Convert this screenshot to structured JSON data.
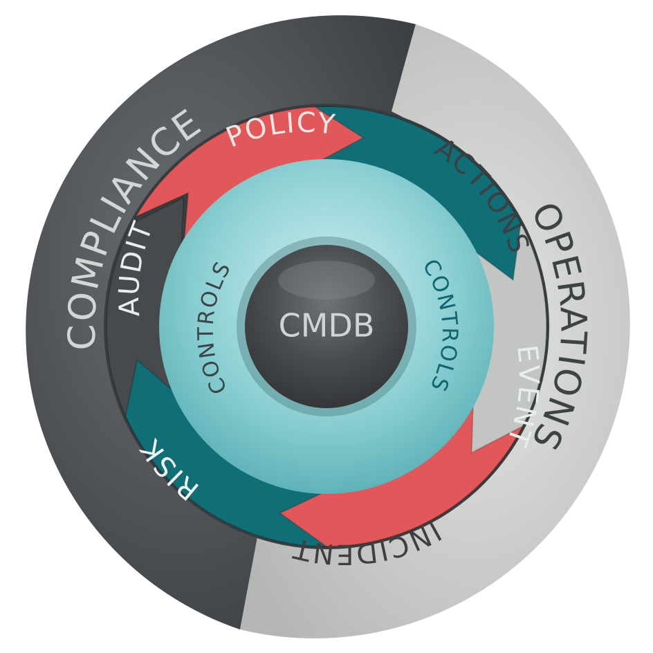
{
  "outer_ring": {
    "compliance": {
      "label": "COMPLIANCE",
      "color": "#4a4d50",
      "text_color": "#d4d6d6"
    },
    "operations": {
      "label": "OPERATIONS",
      "color": "#c6c8c6",
      "text_color": "#3f4245"
    }
  },
  "cycle": [
    {
      "key": "policy",
      "label": "POLICY",
      "color": "#474a4d",
      "text_color": "#e6e8e8"
    },
    {
      "key": "actions",
      "label": "ACTIONS",
      "color": "#e2575a",
      "text_color": "#3d3f42"
    },
    {
      "key": "event",
      "label": "EVENT",
      "color": "#0f6e76",
      "text_color": "#e6eeee"
    },
    {
      "key": "incident",
      "label": "INCIDENT",
      "color": "#c3c5c3",
      "text_color": "#3d3f42"
    },
    {
      "key": "risk",
      "label": "RISK",
      "color": "#e2575a",
      "text_color": "#f2f2f2"
    },
    {
      "key": "audit",
      "label": "AUDIT",
      "color": "#0f6e76",
      "text_color": "#e6eeee"
    }
  ],
  "controls_ring": {
    "left_label": "CONTROLS",
    "right_label": "CONTROLS",
    "color": "#86ccd0",
    "left_text_color": "#3b4548",
    "right_text_color": "#0f6570"
  },
  "core": {
    "label": "CMDB",
    "color": "#4a4d50",
    "text_color": "#d2d4d4"
  }
}
